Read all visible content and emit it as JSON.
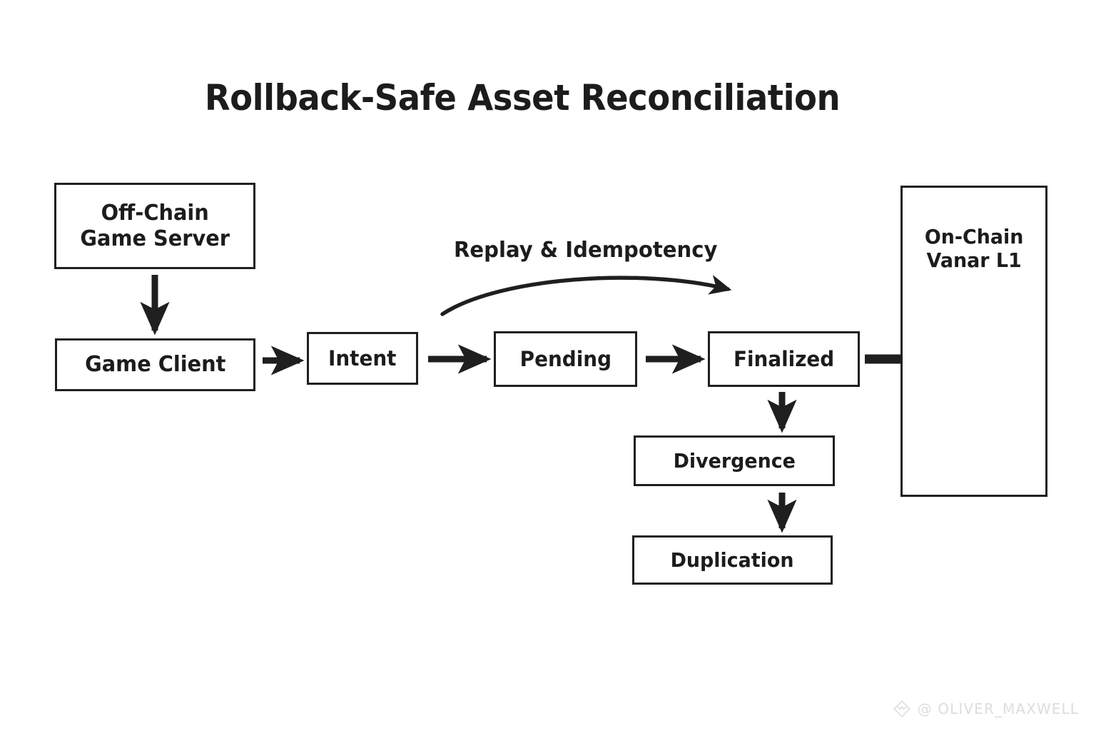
{
  "title": "Rollback-Safe Asset Reconciliation",
  "theme": {
    "background": "#ffffff",
    "stroke": "#1f1f1f",
    "text": "#1c1c1c",
    "watermark": "#dcdde0"
  },
  "nodes": {
    "off_chain_game_server": "Off-Chain\nGame Server",
    "game_client": "Game Client",
    "intent": "Intent",
    "pending": "Pending",
    "finalized": "Finalized",
    "on_chain_vanar_l1": "On-Chain\nVanar L1",
    "divergence": "Divergence",
    "duplication": "Duplication"
  },
  "edges": {
    "replay_idempotency_label": "Replay & Idempotency"
  },
  "watermark": {
    "handle": "@ OLIVER_MAXWELL",
    "logo": "diamond-chevron-icon"
  }
}
